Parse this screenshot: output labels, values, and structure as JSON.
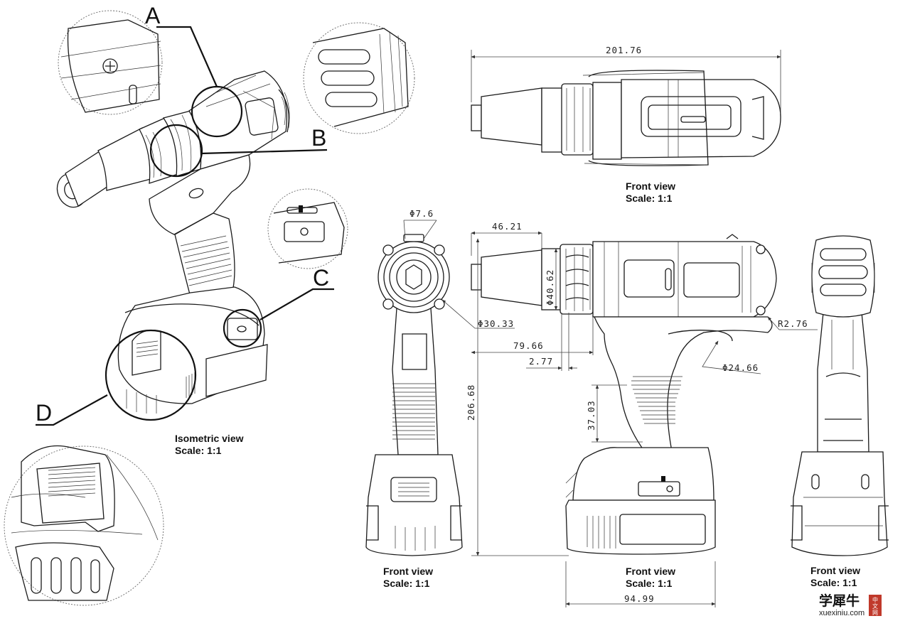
{
  "callouts": {
    "a": "A",
    "b": "B",
    "c": "C",
    "d": "D"
  },
  "views": {
    "isometric": {
      "title": "Isometric view",
      "scale": "Scale:  1:1"
    },
    "top": {
      "title": "Front view",
      "scale": "Scale:  1:1"
    },
    "front_left": {
      "title": "Front view",
      "scale": "Scale:  1:1"
    },
    "side": {
      "title": "Front view",
      "scale": "Scale:  1:1"
    },
    "front_right": {
      "title": "Front view",
      "scale": "Scale:  1:1"
    }
  },
  "dimensions": {
    "overall_length": "201.76",
    "chuck_tip_dia": "Φ7.6",
    "chuck_dia": "Φ30.33",
    "chuck_length": "46.21",
    "collar_dia": "Φ40.62",
    "handle_offset": "79.66",
    "small_gap": "2.77",
    "overall_height": "206.68",
    "corner_radius": "R2.76",
    "trigger_radius": "Φ24.66",
    "grip_length": "37.03",
    "battery_width": "94.99"
  },
  "watermark": {
    "brand": "学犀牛",
    "url": "xuexiniu.com",
    "seal": "中文网"
  }
}
